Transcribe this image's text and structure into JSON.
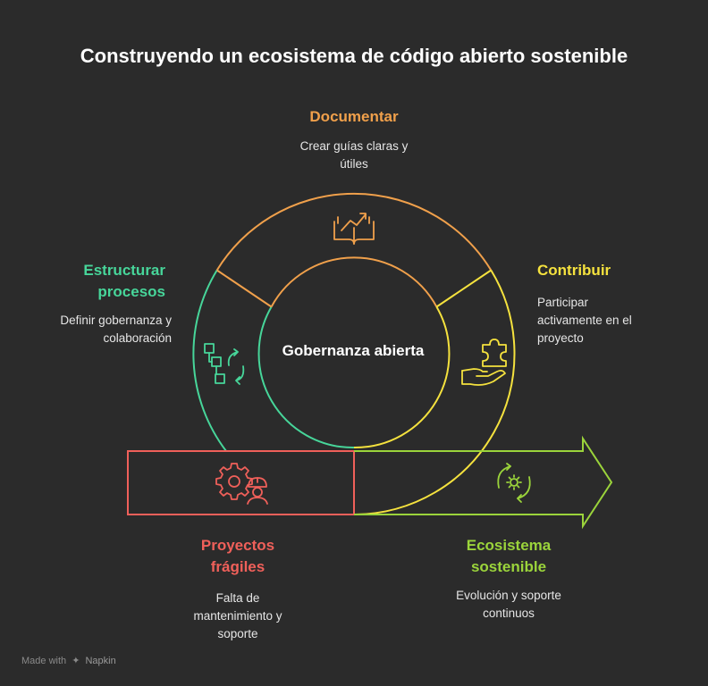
{
  "title": "Construyendo un ecosistema de código abierto sostenible",
  "center": "Gobernanza abierta",
  "stages": {
    "documentar": {
      "title": "Documentar",
      "desc_1": "Crear guías claras y",
      "desc_2": "útiles",
      "color": "#f0a04b",
      "icon": "book-growth-icon"
    },
    "contribuir": {
      "title": "Contribuir",
      "desc_1": "Participar",
      "desc_2": "activamente en el",
      "desc_3": "proyecto",
      "color": "#f5e23e",
      "icon": "hand-puzzle-icon"
    },
    "estructurar": {
      "title_1": "Estructurar",
      "title_2": "procesos",
      "desc_1": "Definir gobernanza y",
      "desc_2": "colaboración",
      "color": "#47d69a",
      "icon": "process-flow-icon"
    },
    "fragiles": {
      "title_1": "Proyectos",
      "title_2": "frágiles",
      "desc_1": "Falta de",
      "desc_2": "mantenimiento y",
      "desc_3": "soporte",
      "color": "#f0605a",
      "icon": "gear-worker-icon"
    },
    "sostenible": {
      "title_1": "Ecosistema",
      "title_2": "sostenible",
      "desc_1": "Evolución y soporte",
      "desc_2": "continuos",
      "color": "#9bd43b",
      "icon": "cycle-gear-icon"
    }
  },
  "footer": {
    "made_with": "Made with",
    "brand": "Napkin"
  }
}
